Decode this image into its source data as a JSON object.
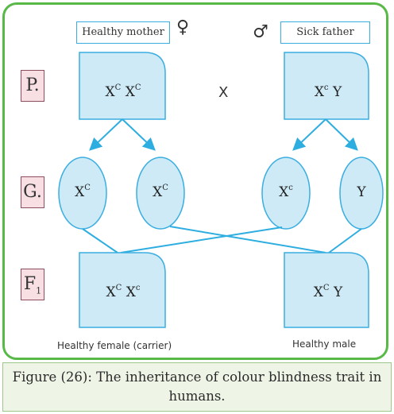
{
  "parents": {
    "mother_label": "Healthy mother",
    "mother_symbol": "♀",
    "father_label": "Sick father",
    "father_symbol": "♂"
  },
  "generations": {
    "p": "P.",
    "g": "G.",
    "f1_main": "F",
    "f1_sub": "1"
  },
  "cross_sign": "X",
  "genotypes": {
    "mother": {
      "a": "X",
      "a_sup": "C",
      "b": "X",
      "b_sup": "C"
    },
    "father": {
      "a": "X",
      "a_sup": "c",
      "b": "Y"
    },
    "gametes": [
      {
        "base": "X",
        "sup": "C"
      },
      {
        "base": "X",
        "sup": "C"
      },
      {
        "base": "X",
        "sup": "c"
      },
      {
        "base": "Y",
        "sup": ""
      }
    ],
    "offspring_female": {
      "a": "X",
      "a_sup": "C",
      "b": "X",
      "b_sup": "c"
    },
    "offspring_male": {
      "a": "X",
      "a_sup": "C",
      "b": "Y"
    }
  },
  "offspring_labels": {
    "female": "Healthy female (carrier)",
    "male": "Healthy male"
  },
  "caption": {
    "line1": "Figure (26): The inheritance of colour blindness trait in",
    "line2": "humans."
  },
  "colors": {
    "panel_border": "#58b947",
    "shape_fill": "#cdeaf6",
    "shape_stroke": "#3aaee0",
    "line": "#2eaee0",
    "gen_label_fill": "#f7dfe4",
    "caption_fill": "#eef5e6"
  }
}
